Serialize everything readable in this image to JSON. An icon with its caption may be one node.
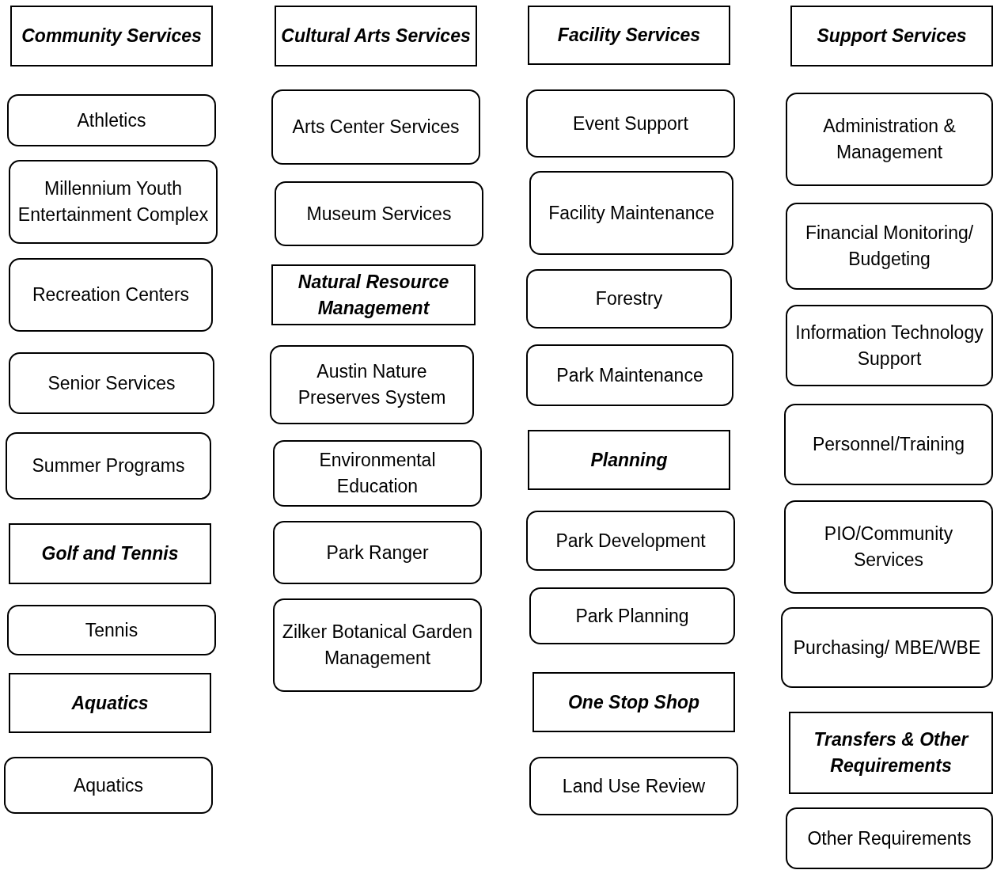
{
  "diagram": {
    "nodes": [
      {
        "text": [
          "Community Services"
        ]
      },
      {
        "text": [
          "Athletics"
        ]
      },
      {
        "text": [
          "Millennium Youth Entertainment Complex"
        ]
      },
      {
        "text": [
          "Recreation Centers"
        ]
      },
      {
        "text": [
          "Senior Services"
        ]
      },
      {
        "text": [
          "Summer Programs"
        ]
      },
      {
        "text": [
          "Golf and Tennis"
        ]
      },
      {
        "text": [
          "Tennis"
        ]
      },
      {
        "text": [
          "Aquatics"
        ]
      },
      {
        "text": [
          "Aquatics"
        ]
      },
      {
        "text": [
          "Cultural Arts Services"
        ]
      },
      {
        "text": [
          "Arts Center Services"
        ]
      },
      {
        "text": [
          "Museum Services"
        ]
      },
      {
        "text": [
          "Natural Resource Management"
        ]
      },
      {
        "text": [
          "Austin Nature Preserves System"
        ]
      },
      {
        "text": [
          "Environmental Education"
        ]
      },
      {
        "text": [
          "Park Ranger"
        ]
      },
      {
        "text": [
          "Zilker Botanical Garden Management"
        ]
      },
      {
        "text": [
          "Facility Services"
        ]
      },
      {
        "text": [
          "Event Support"
        ]
      },
      {
        "text": [
          "Facility Maintenance"
        ]
      },
      {
        "text": [
          "Forestry"
        ]
      },
      {
        "text": [
          "Park Maintenance"
        ]
      },
      {
        "text": [
          "Planning"
        ]
      },
      {
        "text": [
          "Park Development"
        ]
      },
      {
        "text": [
          "Park Planning"
        ]
      },
      {
        "text": [
          "One Stop Shop"
        ]
      },
      {
        "text": [
          "Land Use Review"
        ]
      },
      {
        "text": [
          "Support Services"
        ]
      },
      {
        "text": [
          "Administration & Management"
        ]
      },
      {
        "text": [
          "Financial Monitoring/ Budgeting"
        ]
      },
      {
        "text": [
          "Information Technology Support"
        ]
      },
      {
        "text": [
          "Personnel/Training"
        ]
      },
      {
        "text": [
          "PIO/Community Services"
        ]
      },
      {
        "text": [
          "Purchasing/ MBE/WBE"
        ]
      },
      {
        "text": [
          "Transfers & Other Requirements"
        ]
      },
      {
        "text": [
          "Other Requirements"
        ]
      }
    ]
  }
}
